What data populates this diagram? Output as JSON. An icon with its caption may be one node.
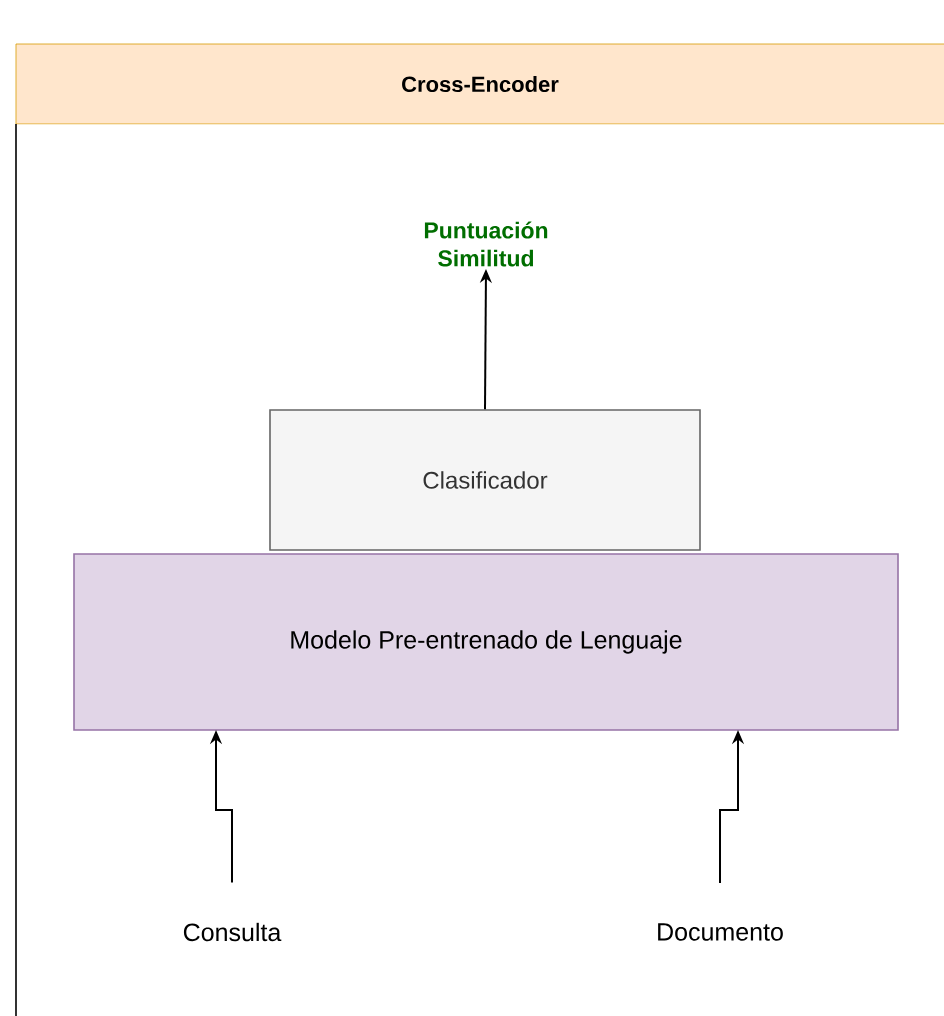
{
  "diagram": {
    "nodes": [
      {
        "text": [
          "Cross-Encoder"
        ]
      },
      {
        "text": [
          "Puntuación Similitud"
        ],
        "in": 0
      },
      {
        "text": [
          "Clasificador"
        ],
        "in": 0
      },
      {
        "text": [
          "Modelo Pre-entrenado de Lenguaje"
        ],
        "in": 0
      },
      {
        "text": [
          "Consulta"
        ],
        "in": 0
      },
      {
        "text": [
          "Documento"
        ],
        "in": 0
      }
    ],
    "edges": [
      {
        "from": 2,
        "to": 1,
        "arrow": "to"
      },
      {
        "from": 4,
        "to": 3,
        "arrow": "to"
      },
      {
        "from": 5,
        "to": 3,
        "arrow": "to"
      }
    ]
  }
}
